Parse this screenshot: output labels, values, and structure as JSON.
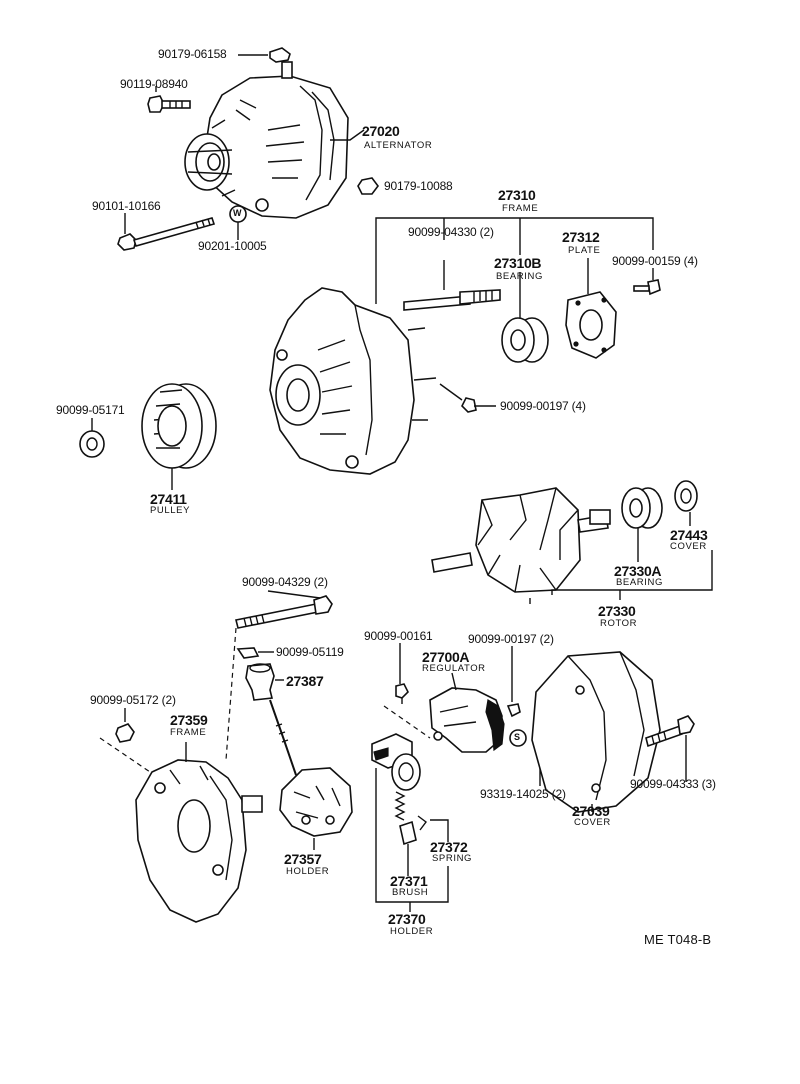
{
  "labels": {
    "p90179_06158": "90179-06158",
    "p90119_08940": "90119-08940",
    "p27020": "27020",
    "alternator": "ALTERNATOR",
    "p90179_10088": "90179-10088",
    "p90101_10166": "90101-10166",
    "p90201_10005": "90201-10005",
    "p27310": "27310",
    "frame_top": "FRAME",
    "p90099_04330": "90099-04330 (2)",
    "p27312": "27312",
    "plate": "PLATE",
    "p90099_00159": "90099-00159 (4)",
    "p27310b": "27310B",
    "bearing_top": "BEARING",
    "p90099_00197_4": "90099-00197 (4)",
    "p90099_05171": "90099-05171",
    "p27411": "27411",
    "pulley": "PULLEY",
    "p27443": "27443",
    "cover_top": "COVER",
    "p27330a": "27330A",
    "bearing_mid": "BEARING",
    "p27330": "27330",
    "rotor": "ROTOR",
    "p90099_04329": "90099-04329 (2)",
    "p90099_05119": "90099-05119",
    "p27387": "27387",
    "p90099_05172": "90099-05172 (2)",
    "p27359": "27359",
    "frame_bottom": "FRAME",
    "p27357": "27357",
    "holder_left": "HOLDER",
    "p90099_00161": "90099-00161",
    "p27700a": "27700A",
    "regulator": "REGULATOR",
    "p90099_00197_2": "90099-00197 (2)",
    "p93319_14025": "93319-14025 (2)",
    "p27039": "27039",
    "cover_bottom": "COVER",
    "p90099_04333": "90099-04333 (3)",
    "p27372": "27372",
    "spring": "SPRING",
    "p27371": "27371",
    "brush": "BRUSH",
    "p27370": "27370",
    "holder_bottom": "HOLDER",
    "washer_mark": "W",
    "s_mark": "S",
    "diagram_ref": "ME T048-B"
  }
}
